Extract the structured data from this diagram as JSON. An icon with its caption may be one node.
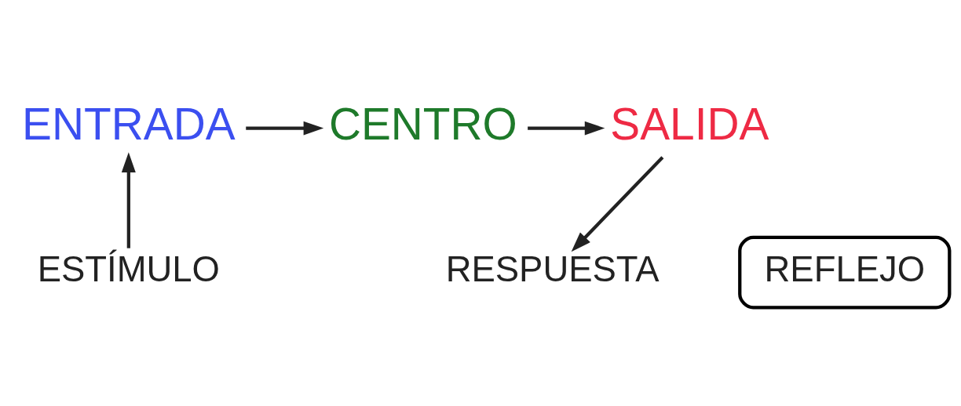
{
  "diagram": {
    "nodes": [
      {
        "text": [
          "ENTRADA"
        ]
      },
      {
        "text": [
          "CENTRO"
        ]
      },
      {
        "text": [
          "SALIDA"
        ]
      },
      {
        "text": [
          "ESTÍMULO"
        ]
      },
      {
        "text": [
          "RESPUESTA"
        ]
      },
      {
        "text": [
          "REFLEJO"
        ]
      }
    ],
    "edges": [
      {
        "from": 3,
        "to": 0,
        "arrow": "to"
      },
      {
        "from": 0,
        "to": 1,
        "arrow": "to"
      },
      {
        "from": 1,
        "to": 2,
        "arrow": "to"
      },
      {
        "from": 2,
        "to": 4,
        "arrow": "to"
      }
    ]
  }
}
